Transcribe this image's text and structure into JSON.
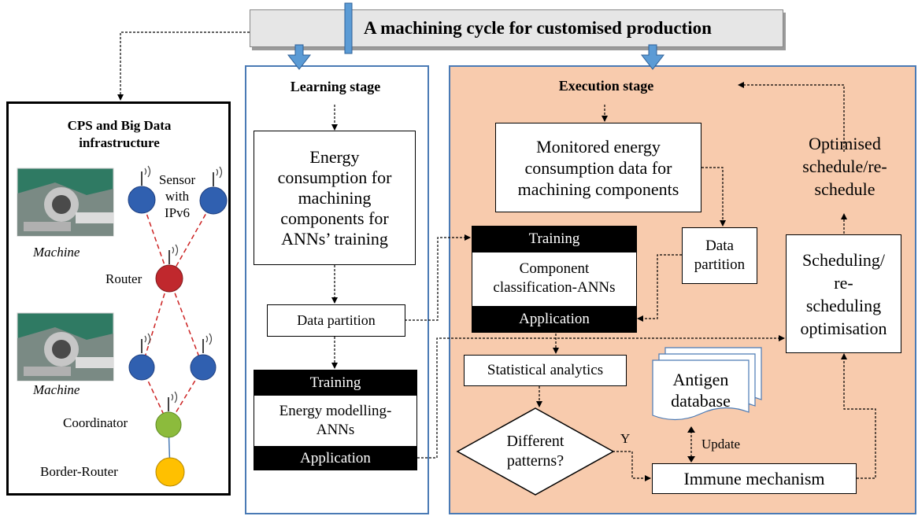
{
  "header": {
    "title": "A machining cycle for customised production"
  },
  "infra": {
    "title_line1": "CPS and Big Data",
    "title_line2": "infrastructure",
    "machine_label_1": "Machine",
    "machine_label_2": "Machine",
    "sensor_label_1": "Sensor",
    "sensor_label_2": "with",
    "sensor_label_3": "IPv6",
    "router_label": "Router",
    "coordinator_label": "Coordinator",
    "border_router_label": "Border-Router"
  },
  "learning": {
    "title": "Learning stage",
    "energy_box": [
      "Energy",
      "consumption for",
      "machining",
      "components for",
      "ANNs’ training"
    ],
    "data_partition": "Data partition",
    "training_label": "Training",
    "model_line1": "Energy modelling-",
    "model_line2": "ANNs",
    "application_label": "Application"
  },
  "execution": {
    "title": "Execution stage",
    "monitored": [
      "Monitored energy",
      "consumption data for",
      "machining components"
    ],
    "data_partition_line1": "Data",
    "data_partition_line2": "partition",
    "training_label": "Training",
    "component_line1": "Component",
    "component_line2": "classification-ANNs",
    "application_label": "Application",
    "optimised": [
      "Optimised",
      "schedule/re-",
      "schedule"
    ],
    "scheduling": [
      "Scheduling/",
      "re-",
      "scheduling",
      "optimisation"
    ],
    "statistical": "Statistical analytics",
    "antigen_line1": "Antigen",
    "antigen_line2": "database",
    "update_label": "Update",
    "different_line1": "Different",
    "different_line2": "patterns?",
    "yes_label": "Y",
    "immune": "Immune mechanism"
  },
  "colors": {
    "header_fill": "#e6e6e6",
    "execution_fill": "#f8cbad",
    "panel_border": "#4a7ab5",
    "arrow_fill": "#5b9bd5",
    "sensor_node": "#3060b0",
    "router_node": "#c0282d",
    "coordinator_node": "#8cbb3c",
    "border_router_node": "#ffc000",
    "link_dash": "#cc2222"
  }
}
